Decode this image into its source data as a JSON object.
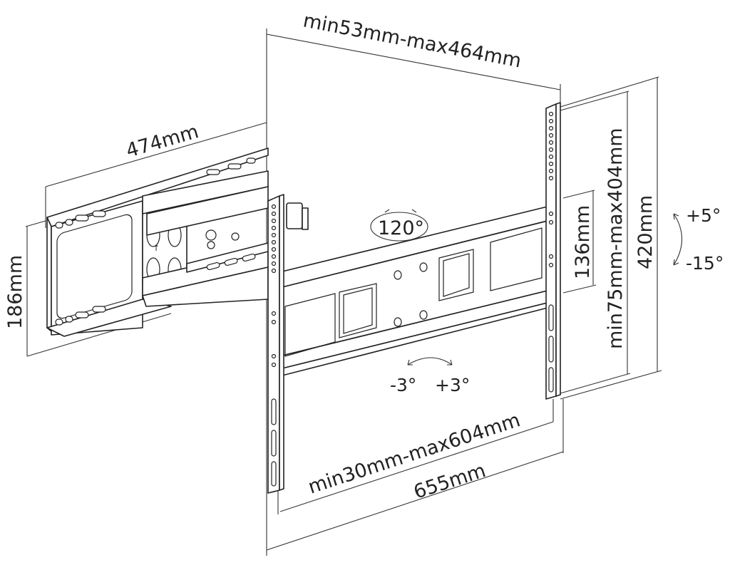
{
  "diagram": {
    "subject": "Full-motion TV wall mount bracket, dimension drawing",
    "dimensions": {
      "extension_range": "min53mm-max464mm",
      "wall_plate_width": "474mm",
      "wall_plate_height": "186mm",
      "vesa_vertical_range": "min75mm-max404mm",
      "vertical_rail_height": "420mm",
      "rail_slot_span": "136mm",
      "vesa_horizontal_range": "min30mm-max604mm",
      "horizontal_rail_width": "655mm"
    },
    "angles": {
      "swivel": "120°",
      "tilt_up": "+5°",
      "tilt_down": "-15°",
      "rotation_left": "-3°",
      "rotation_right": "+3°"
    },
    "colors": {
      "line": "#222222",
      "background": "#ffffff"
    }
  }
}
